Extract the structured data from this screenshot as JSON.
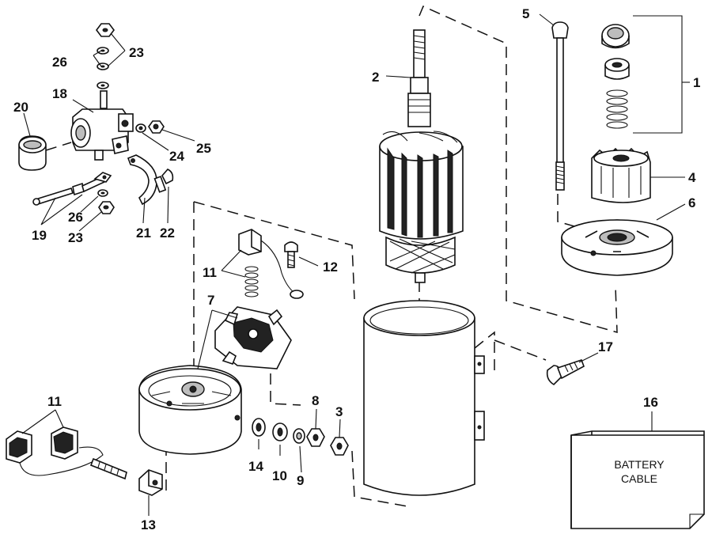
{
  "callouts": {
    "c1": "1",
    "c2": "2",
    "c3": "3",
    "c4": "4",
    "c5": "5",
    "c6": "6",
    "c7": "7",
    "c8": "8",
    "c9": "9",
    "c10": "10",
    "c11a": "11",
    "c11b": "11",
    "c12": "12",
    "c13": "13",
    "c14": "14",
    "c16": "16",
    "c17": "17",
    "c18": "18",
    "c19": "19",
    "c20": "20",
    "c21": "21",
    "c22": "22",
    "c23a": "23",
    "c23b": "23",
    "c24": "24",
    "c25": "25",
    "c26a": "26",
    "c26b": "26"
  },
  "battery_cable": {
    "line1": "BATTERY",
    "line2": "CABLE"
  }
}
